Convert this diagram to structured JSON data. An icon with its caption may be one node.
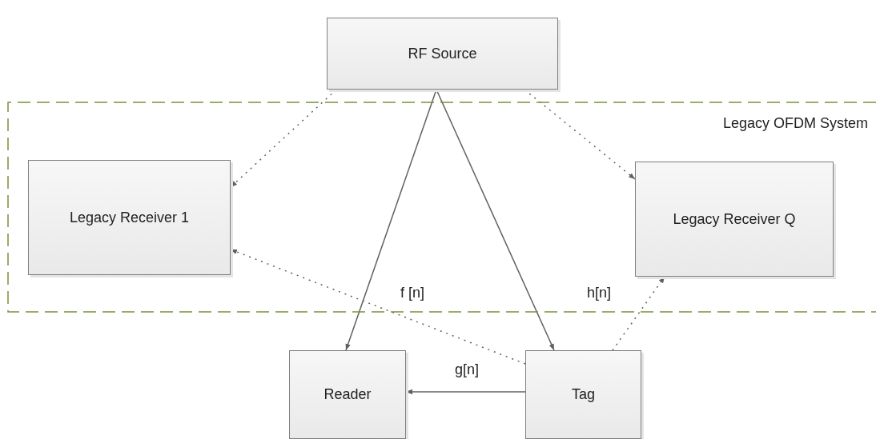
{
  "diagram": {
    "nodes": [
      {
        "text": [
          "RF Source"
        ]
      },
      {
        "text": [
          "Legacy OFDM System"
        ]
      },
      {
        "text": [
          "Legacy Receiver 1"
        ],
        "in": 1
      },
      {
        "text": [
          "Legacy Receiver Q"
        ],
        "in": 1
      },
      {
        "text": [
          "Reader"
        ]
      },
      {
        "text": [
          "Tag"
        ]
      }
    ],
    "edges": [
      {
        "from": 0,
        "to": 2,
        "arrow": "to",
        "style": "dashed"
      },
      {
        "from": 0,
        "to": 3,
        "arrow": "to",
        "style": "dashed"
      },
      {
        "from": 0,
        "to": 4,
        "arrow": "to"
      },
      {
        "from": 0,
        "to": 5,
        "arrow": "to"
      },
      {
        "from": 5,
        "to": 2,
        "arrow": "to",
        "style": "dashed"
      },
      {
        "from": 5,
        "to": 3,
        "arrow": "to",
        "style": "dashed"
      },
      {
        "from": 5,
        "to": 4,
        "arrow": "to",
        "label": "g[n]"
      }
    ],
    "labels": [
      "f [n]",
      "h[n]"
    ]
  }
}
